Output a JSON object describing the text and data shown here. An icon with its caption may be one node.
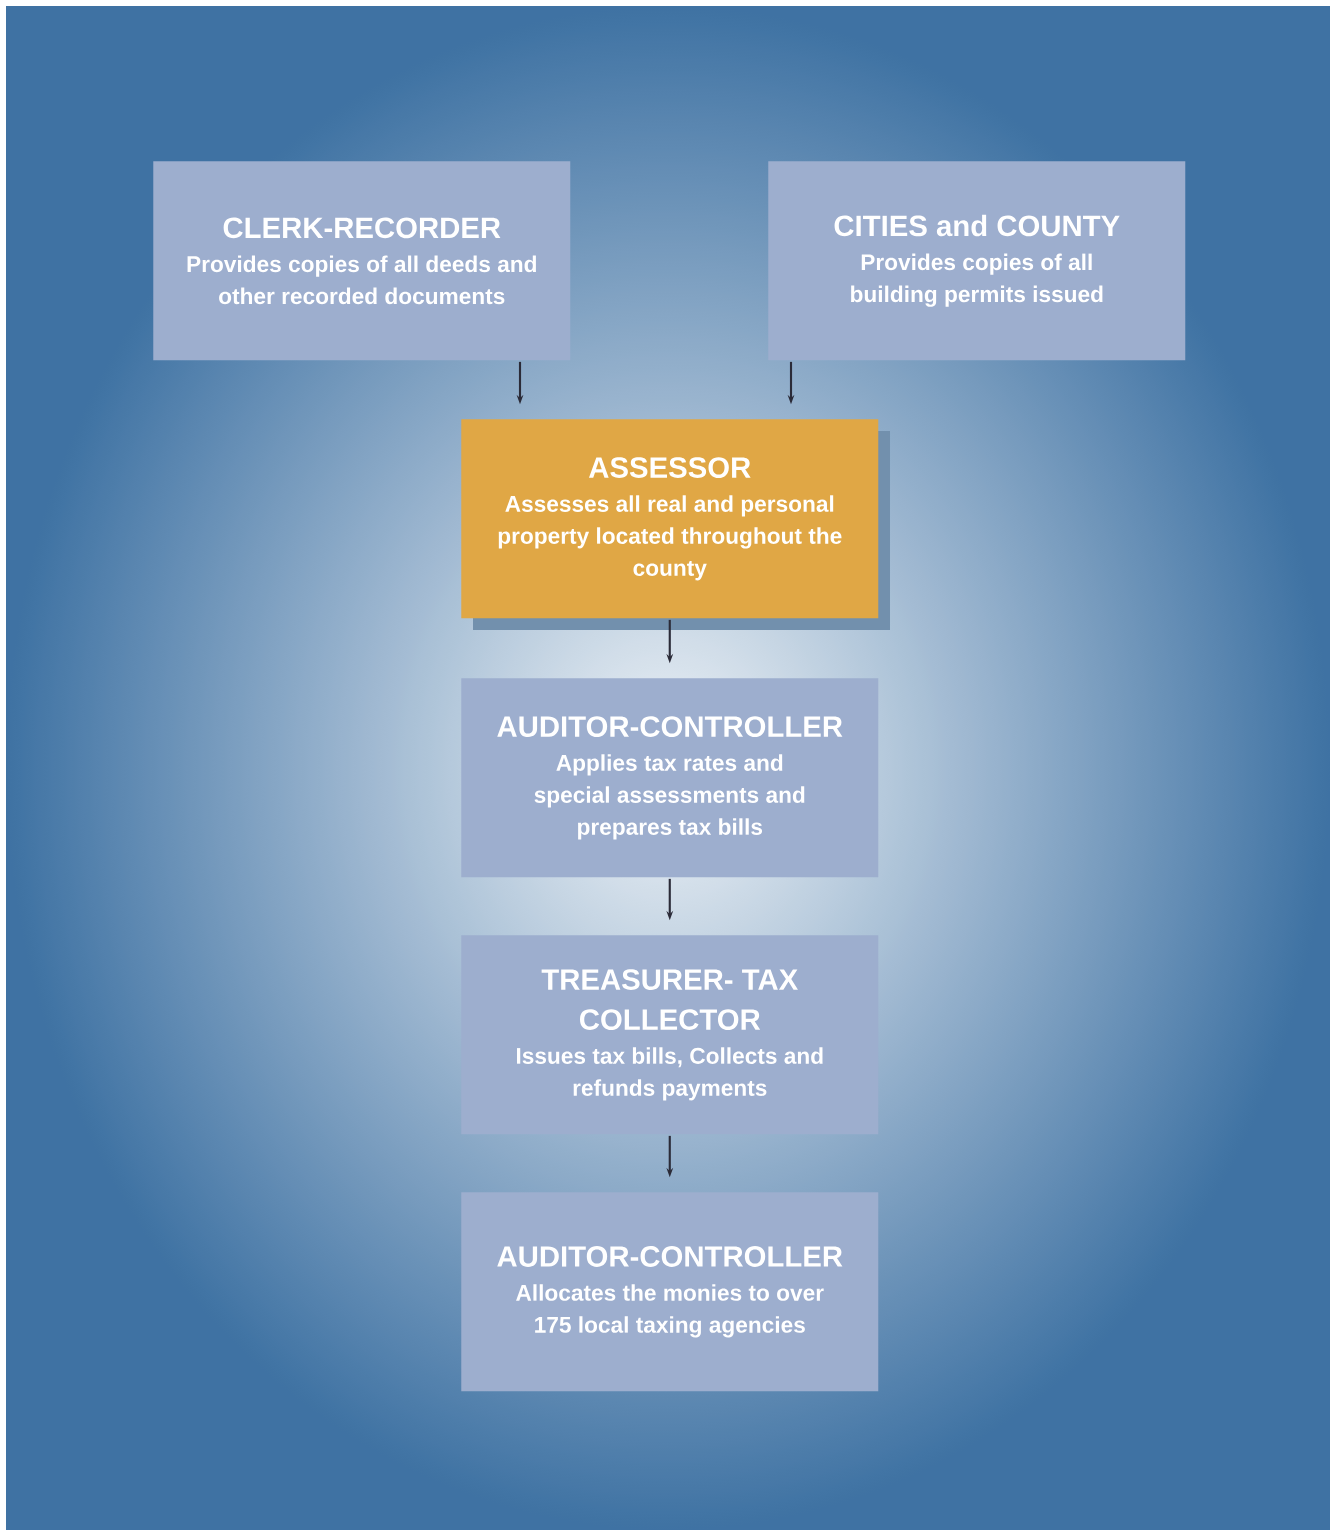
{
  "diagram": {
    "nodes": [
      {
        "text": [
          "CLERK-RECORDER",
          "Provides copies of all deeds and other recorded documents"
        ]
      },
      {
        "text": [
          "CITIES and COUNTY",
          "Provides copies of all building permits issued"
        ]
      },
      {
        "text": [
          "ASSESSOR",
          "Assesses all real and personal property located throughout the county"
        ]
      },
      {
        "text": [
          "AUDITOR-CONTROLLER",
          "Applies tax rates and special assessments and prepares tax bills"
        ]
      },
      {
        "text": [
          "TREASURER- TAX COLLECTOR",
          "Issues tax bills, Collects and refunds payments"
        ]
      },
      {
        "text": [
          "AUDITOR-CONTROLLER",
          "Allocates the monies to over 175 local taxing agencies"
        ]
      }
    ],
    "edges": [
      {
        "from": 0,
        "to": 2,
        "arrow": "to"
      },
      {
        "from": 1,
        "to": 2,
        "arrow": "to"
      },
      {
        "from": 2,
        "to": 3,
        "arrow": "to"
      },
      {
        "from": 3,
        "to": 4,
        "arrow": "to"
      },
      {
        "from": 4,
        "to": 5,
        "arrow": "to"
      }
    ]
  }
}
